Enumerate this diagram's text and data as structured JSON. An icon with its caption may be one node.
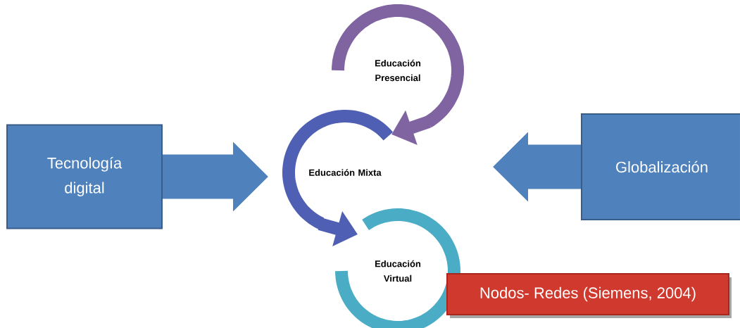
{
  "diagram": {
    "nodes": [
      {
        "text": [
          "Tecnología digital"
        ]
      },
      {
        "text": [
          "Educación Presencial"
        ]
      },
      {
        "text": [
          "Educación Mixta"
        ]
      },
      {
        "text": [
          "Educación Virtual"
        ]
      },
      {
        "text": [
          "Globalización"
        ]
      },
      {
        "text": [
          "Nodos- Redes  (Siemens, 2004)"
        ]
      }
    ],
    "edges": [
      {
        "from": 0,
        "to": null,
        "arrow": "to",
        "style": "thick"
      },
      {
        "from": 4,
        "to": null,
        "arrow": "to",
        "style": "thick"
      },
      {
        "from": 1,
        "to": 2,
        "arrow": "to",
        "color": "#8064a2"
      },
      {
        "from": 2,
        "to": 3,
        "arrow": "to",
        "color": "#4f5fb3"
      }
    ]
  }
}
